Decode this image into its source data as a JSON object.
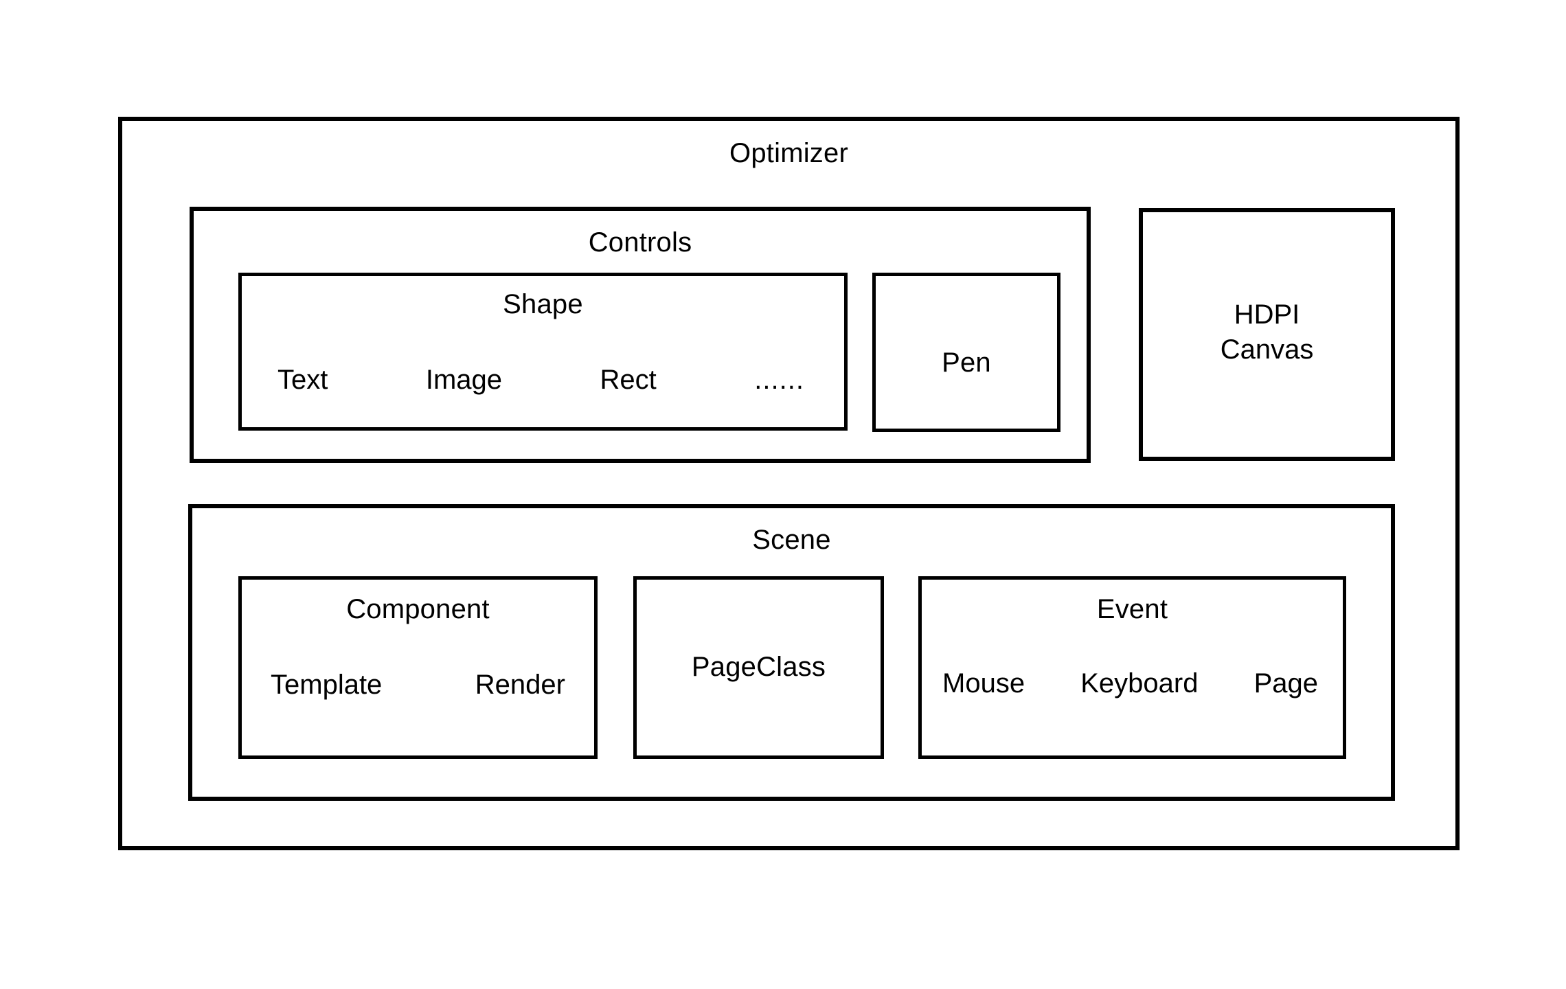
{
  "diagram": {
    "title": "Optimizer",
    "background_color": "#ffffff",
    "line_color": "#000000",
    "text_color": "#000000"
  },
  "optimizer": {
    "label": "Optimizer"
  },
  "controls": {
    "label": "Controls",
    "shape": {
      "label": "Shape",
      "items": [
        {
          "label": "Text"
        },
        {
          "label": "Image"
        },
        {
          "label": "Rect"
        },
        {
          "label": "......"
        }
      ]
    },
    "pen": {
      "label": "Pen"
    }
  },
  "hdpi_canvas": {
    "label": "HDPI\nCanvas",
    "line1": "HDPI",
    "line2": "Canvas"
  },
  "scene": {
    "label": "Scene",
    "component": {
      "label": "Component",
      "items": [
        {
          "label": "Template"
        },
        {
          "label": "Render"
        }
      ]
    },
    "page_class": {
      "label": "PageClass"
    },
    "event": {
      "label": "Event",
      "items": [
        {
          "label": "Mouse"
        },
        {
          "label": "Keyboard"
        },
        {
          "label": "Page"
        }
      ]
    }
  }
}
